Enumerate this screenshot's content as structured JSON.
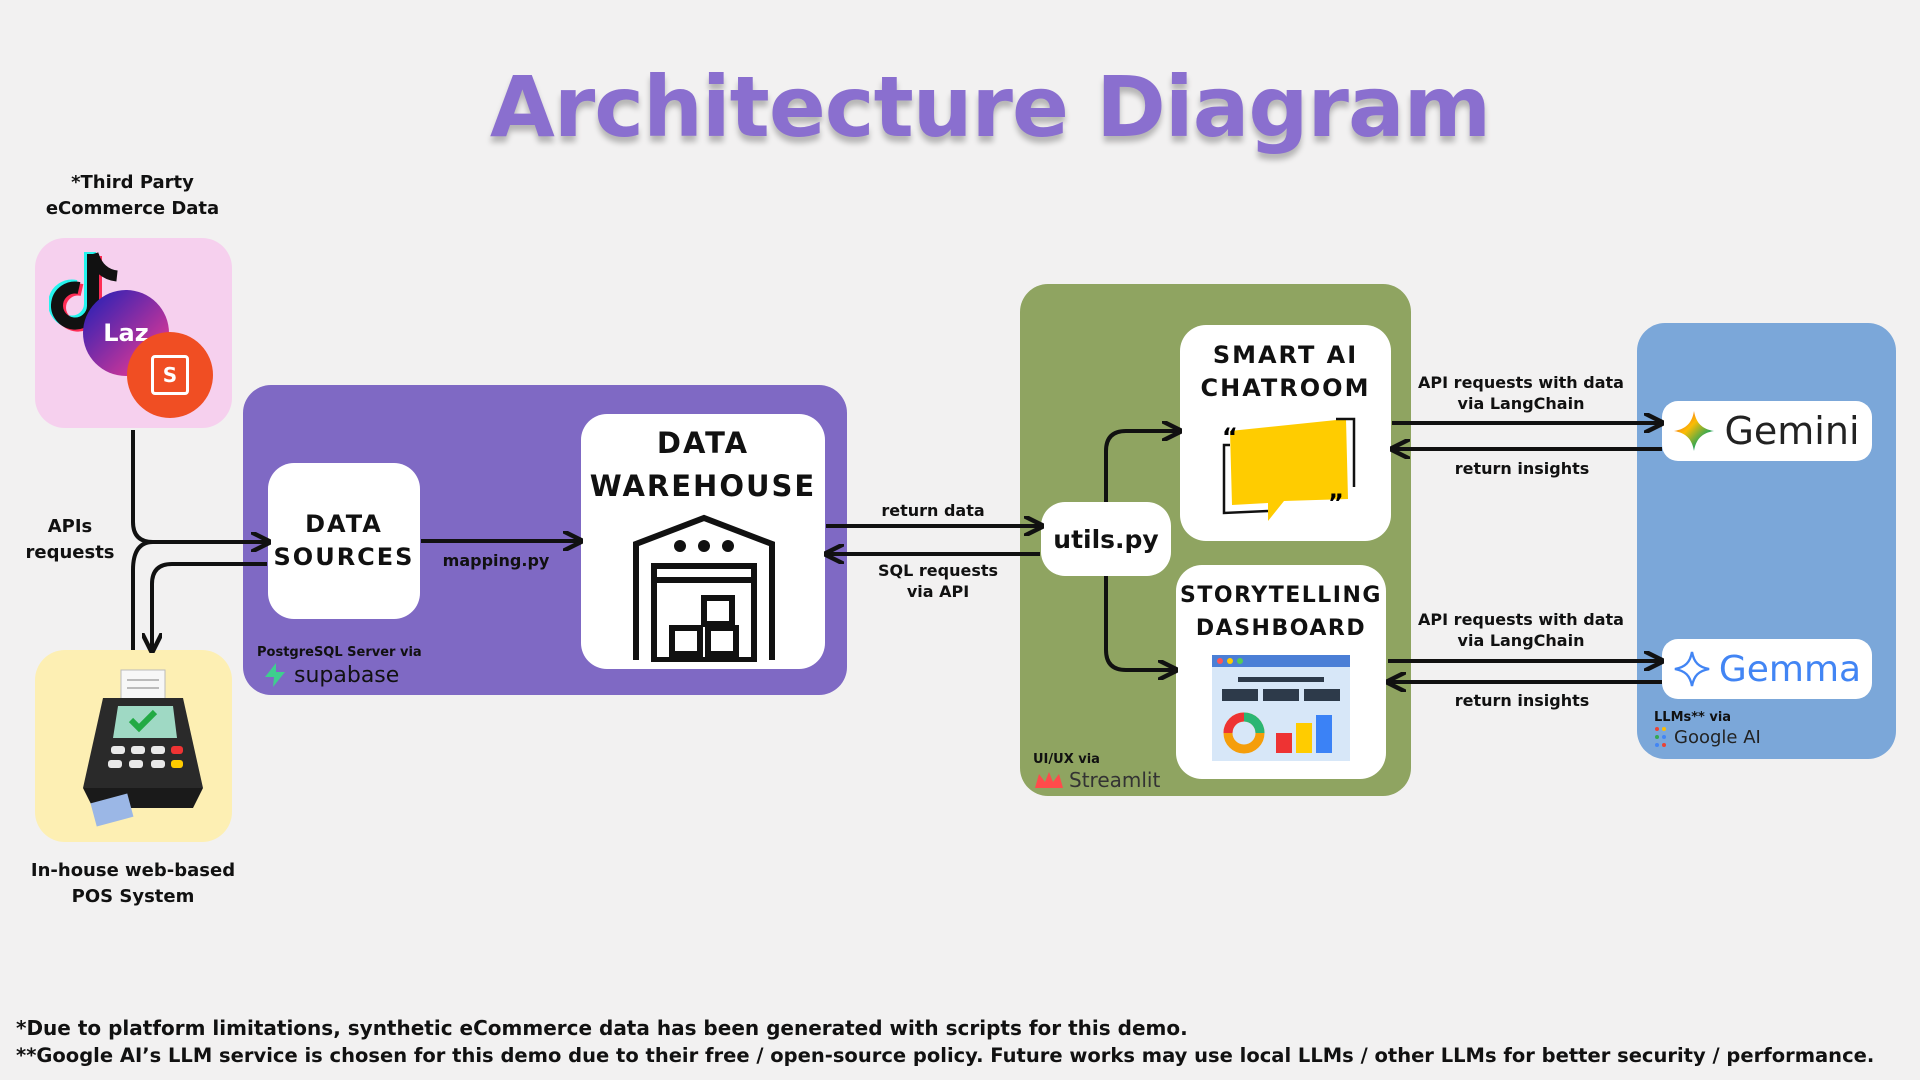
{
  "title": "Architecture Diagram",
  "third_party": {
    "label_line1": "*Third Party",
    "label_line2": "eCommerce Data",
    "lazada_text": "Laz",
    "shopee_text": "S"
  },
  "pos": {
    "label_line1": "In-house web-based",
    "label_line2": "POS System"
  },
  "apis_label": {
    "line1": "APIs",
    "line2": "requests"
  },
  "supabase_panel": {
    "caption": "PostgreSQL Server via",
    "brand": "supabase",
    "data_sources_line1": "DATA",
    "data_sources_line2": "SOURCES",
    "mapping_label": "mapping.py",
    "warehouse_line1": "DATA",
    "warehouse_line2": "WAREHOUSE"
  },
  "warehouse_link": {
    "return_label": "return data",
    "sql_line1": "SQL requests",
    "sql_line2": "via API"
  },
  "streamlit_panel": {
    "caption": "UI/UX via",
    "brand": "Streamlit",
    "utils_label": "utils.py",
    "chatroom_line1": "SMART AI",
    "chatroom_line2": "CHATROOM",
    "dashboard_line1": "STORYTELLING",
    "dashboard_line2": "DASHBOARD"
  },
  "llm_links": {
    "top_request_line1": "API requests with data",
    "top_request_line2": "via LangChain",
    "top_return": "return insights",
    "bottom_request_line1": "API requests with data",
    "bottom_request_line2": "via LangChain",
    "bottom_return": "return insights"
  },
  "google_panel": {
    "gemini": "Gemini",
    "gemma": "Gemma",
    "caption": "LLMs** via",
    "brand": "Google AI"
  },
  "footnotes": {
    "line1": "*Due to platform limitations, synthetic eCommerce data has been generated with scripts for this demo.",
    "line2": "**Google AI’s LLM service is chosen for this demo due to their free / open-source policy. Future works may use local LLMs / other LLMs for better security / performance."
  },
  "colors": {
    "title": "#8a6fcf",
    "supabase_panel": "#7f69c4",
    "streamlit_panel": "#8fa461",
    "google_panel": "#7ba7d9",
    "third_party_tile": "#f6d0ee",
    "pos_tile": "#fdefb3",
    "chat_yellow": "#ffcc00"
  }
}
